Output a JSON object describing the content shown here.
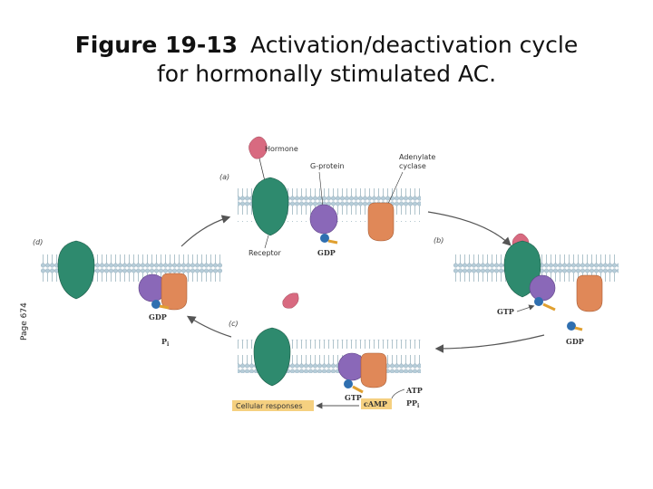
{
  "title": {
    "figure": "Figure 19-13",
    "line1": "Activation/deactivation cycle",
    "line2": "for hormonally stimulated AC."
  },
  "side_label": "Page 674",
  "panels": {
    "a": "(a)",
    "b": "(b)",
    "c": "(c)",
    "d": "(d)"
  },
  "labels": {
    "hormone": "Hormone",
    "g_protein": "G-protein",
    "adenylate_1": "Adenylate",
    "adenylate_2": "cyclase",
    "receptor": "Receptor",
    "gdp_a": "GDP",
    "gtp_b": "GTP",
    "gdp_b": "GDP",
    "gtp_c": "GTP",
    "atp": "ATP",
    "ppi": "PP",
    "ppi_sub": "i",
    "camp": "cAMP",
    "cellular": "Cellular responses",
    "pi": "P",
    "pi_sub": "i",
    "gdp_d": "GDP"
  },
  "colors": {
    "receptor": "#2e8a6e",
    "gprotein": "#8a68b8",
    "cyclase": "#e08858",
    "hormone": "#d86a80",
    "nucleotide": "#2f6fb0",
    "phosphate": "#e0a030",
    "highlight": "#f5d080"
  }
}
